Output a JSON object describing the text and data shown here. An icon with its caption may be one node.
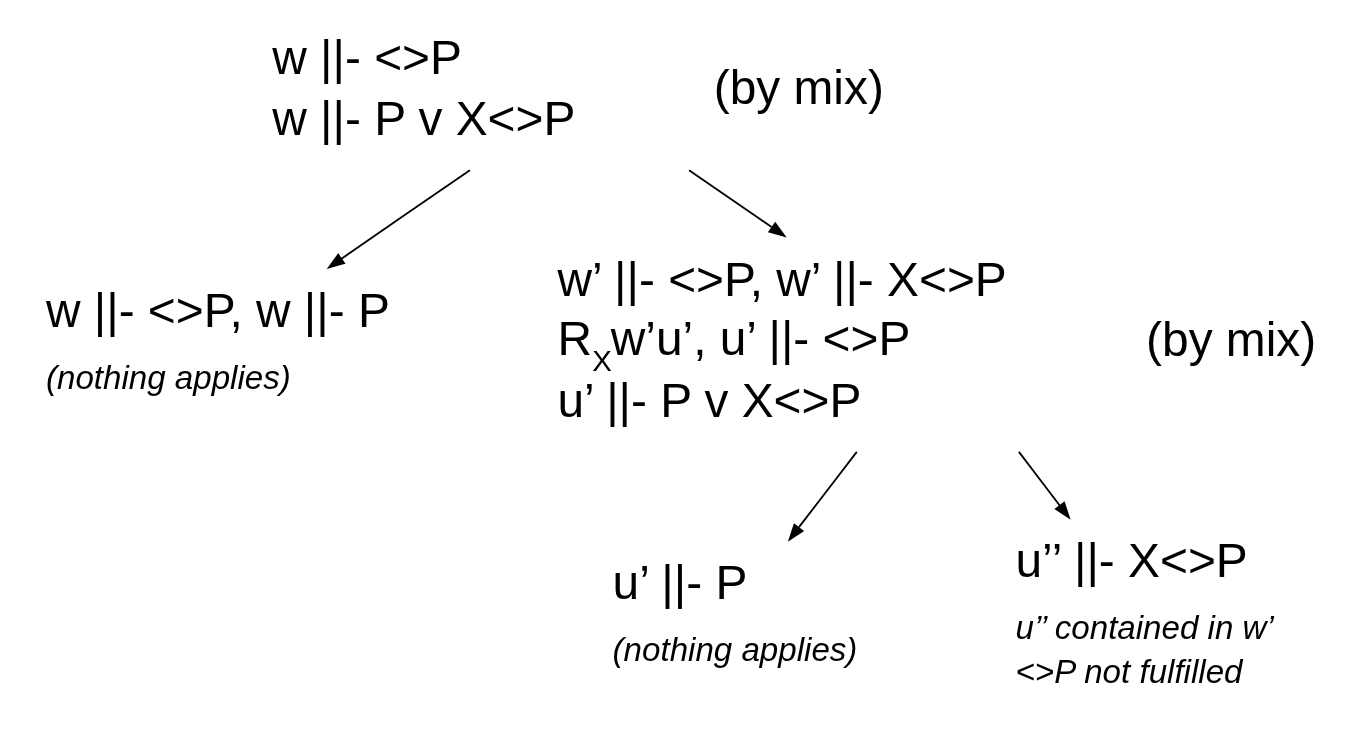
{
  "diagram": {
    "nodes": [
      {
        "text": [
          "w ||- <>P",
          "w ||- P v X<>P"
        ],
        "beside": [
          "(by mix)"
        ]
      },
      {
        "text": [
          "w ||- <>P, w ||- P"
        ],
        "beside": [
          "(nothing applies)"
        ]
      },
      {
        "text": [
          "w’ ||- <>P, w’ ||- X<>P",
          "R$_{X}$w’u’, u’ ||- <>P",
          "u’ ||- P v X<>P"
        ],
        "beside": [
          "(by mix)"
        ]
      },
      {
        "text": [
          "u’ ||- P"
        ],
        "beside": [
          "(nothing applies)"
        ]
      },
      {
        "text": [
          "u’’ ||- X<>P"
        ],
        "beside": [
          "u’’ contained in w’",
          "<>P not fulfilled"
        ]
      }
    ],
    "edges": [
      {
        "from": 0,
        "to": 1,
        "arrow": "to"
      },
      {
        "from": 0,
        "to": 2,
        "arrow": "to"
      },
      {
        "from": 2,
        "to": 3,
        "arrow": "to"
      },
      {
        "from": 2,
        "to": 4,
        "arrow": "to"
      }
    ]
  }
}
